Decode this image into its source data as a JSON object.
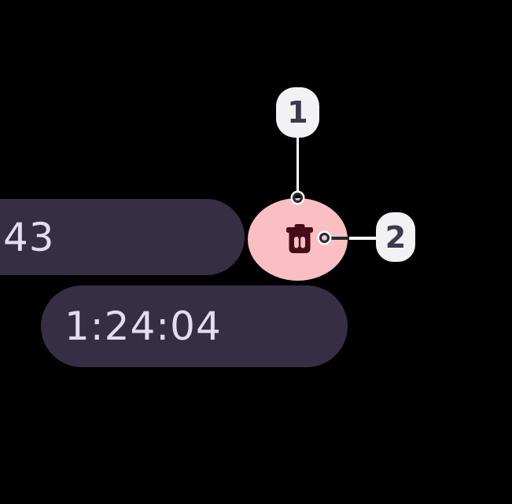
{
  "stopwatch": {
    "lap_time": "43",
    "elapsed_time": "1:24:04",
    "delete_button": {
      "icon": "trash-icon"
    }
  },
  "annotations": {
    "callouts": [
      {
        "label": "1",
        "target": "delete-button"
      },
      {
        "label": "2",
        "target": "trash-icon"
      }
    ]
  },
  "colors": {
    "background": "#000000",
    "pill_bg": "#362E44",
    "pill_text": "#E3DCF2",
    "delete_bg": "#FBBEC3",
    "delete_icon": "#470B19",
    "badge_bg": "#F2F1F3",
    "badge_text": "#3E3950",
    "connector_light": "#FFFFFF",
    "connector_dark": "#1D2C2C"
  }
}
